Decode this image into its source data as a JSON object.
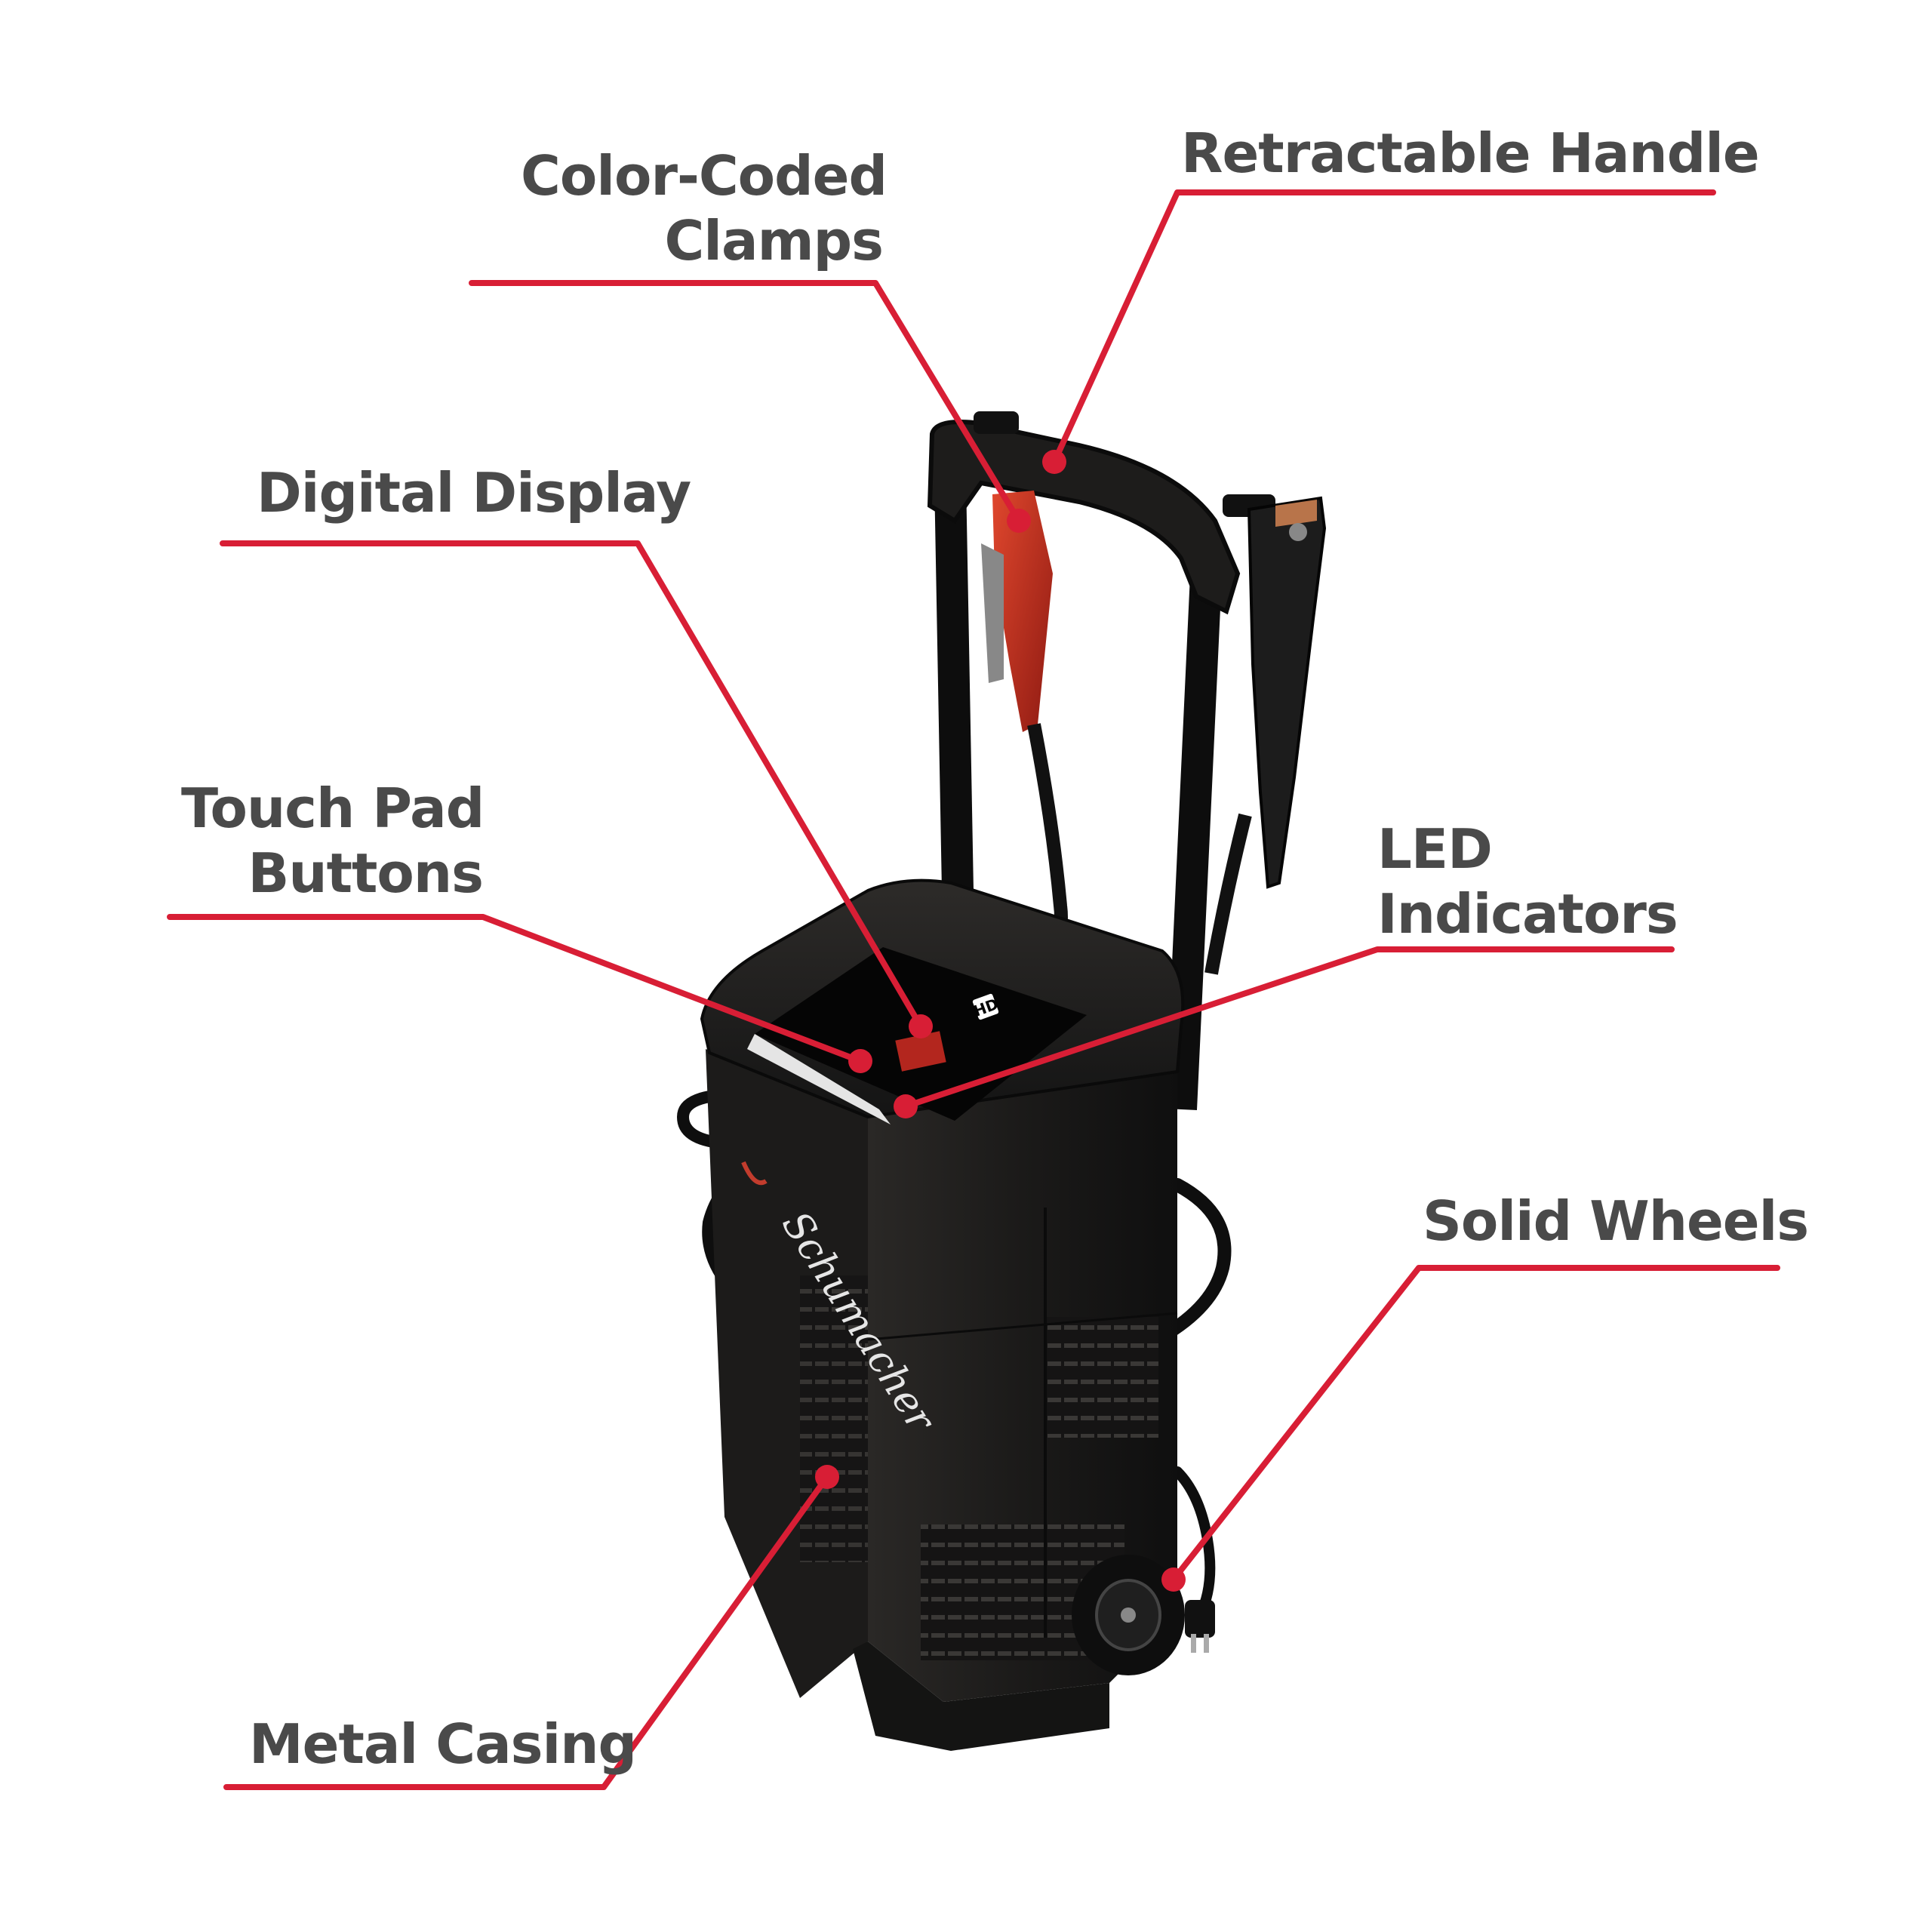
{
  "colors": {
    "background": "#ffffff",
    "label_text": "#4a4a4a",
    "leader_line": "#d81e35",
    "product_body": "#1b1a19",
    "clamp_red": "#c0271f",
    "clamp_black": "#1c1c1c",
    "display_red": "#b3261e"
  },
  "callouts": {
    "clamps": {
      "lines": [
        "Color-Coded",
        "Clamps"
      ]
    },
    "handle": {
      "lines": [
        "Retractable Handle"
      ]
    },
    "display": {
      "lines": [
        "Digital Display"
      ]
    },
    "touchpad": {
      "lines": [
        "Touch Pad",
        "Buttons"
      ]
    },
    "led": {
      "lines": [
        "LED",
        "Indicators"
      ]
    },
    "wheels": {
      "lines": [
        "Solid Wheels"
      ]
    },
    "casing": {
      "lines": [
        "Metal Casing"
      ]
    }
  },
  "product": {
    "brand_logo": "Schumacher",
    "badge": "HD",
    "icons": [
      "battery-charger",
      "clamp-icon",
      "wheel-icon",
      "plug-icon"
    ]
  }
}
